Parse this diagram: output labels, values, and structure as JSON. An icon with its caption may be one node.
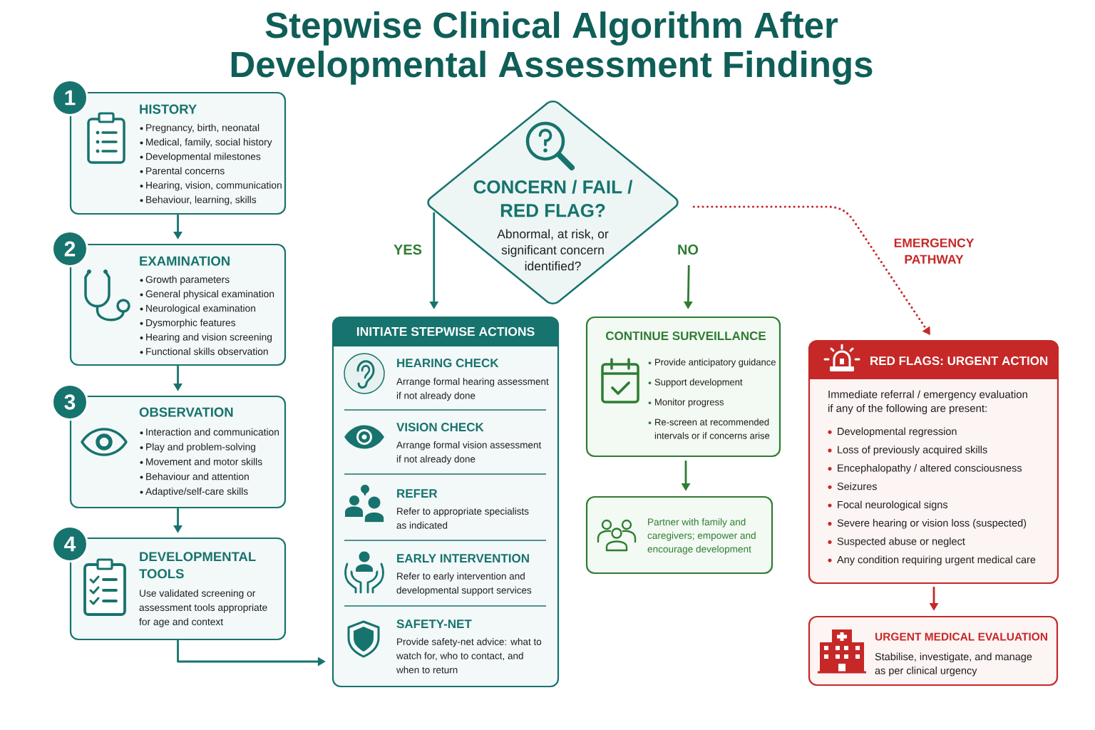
{
  "diagram": {
    "title": "Stepwise Clinical Algorithm After Developmental Assessment Findings",
    "nodes": [
      {
        "text": [
          "1"
        ]
      },
      {
        "text": [
          "HISTORY",
          "Pregnancy, birth, neonatal",
          "Medical, family, social history",
          "Developmental milestones",
          "Parental concerns",
          "Hearing, vision, communication",
          "Behaviour, learning, skills"
        ]
      },
      {
        "text": [
          "2"
        ]
      },
      {
        "text": [
          "EXAMINATION",
          "Growth parameters",
          "General physical examination",
          "Neurological examination",
          "Dysmorphic features",
          "Hearing and vision screening",
          "Functional skills observation"
        ]
      },
      {
        "text": [
          "3"
        ]
      },
      {
        "text": [
          "OBSERVATION",
          "Interaction and communication",
          "Play and problem-solving",
          "Movement and motor skills",
          "Behaviour and attention",
          "Adaptive/self-care skills"
        ]
      },
      {
        "text": [
          "4"
        ]
      },
      {
        "text": [
          "DEVELOPMENTAL TOOLS",
          "Use validated screening or assessment tools appropriate for age and context"
        ]
      },
      {
        "text": [
          "CONCERN / FAIL / RED FLAG?",
          "Abnormal, at risk, or significant concern identified?"
        ]
      },
      {
        "text": [
          "INITIATE STEPWISE ACTIONS",
          "HEARING CHECK",
          "Arrange formal hearing assessment if not already done",
          "VISION CHECK",
          "Arrange formal vision assessment if not already done",
          "REFER",
          "Refer to appropriate specialists as indicated",
          "EARLY INTERVENTION",
          "Refer to early intervention and developmental support services",
          "SAFETY-NET",
          "Provide safety-net advice: what to watch for, who to contact, and when to return"
        ]
      },
      {
        "text": [
          "CONTINUE SURVEILLANCE",
          "Provide anticipatory guidance",
          "Support development",
          "Monitor progress",
          "Re-screen at recommended intervals or if concerns arise"
        ]
      },
      {
        "text": [
          "Partner with family and caregivers; empower and encourage development"
        ]
      },
      {
        "text": [
          "RED FLAGS: URGENT ACTION",
          "Immediate referral / emergency evaluation if any of the following are present:",
          "Developmental regression",
          "Loss of previously acquired skills",
          "Encephalopathy / altered consciousness",
          "Seizures",
          "Focal neurological signs",
          "Severe hearing or vision loss (suspected)",
          "Suspected abuse or neglect",
          "Any condition requiring urgent medical care"
        ]
      },
      {
        "text": [
          "URGENT MEDICAL EVALUATION",
          "Stabilise, investigate, and manage as per clinical urgency"
        ]
      }
    ],
    "edges": [
      {
        "from": 1,
        "to": 3,
        "arrow": "to"
      },
      {
        "from": 3,
        "to": 5,
        "arrow": "to"
      },
      {
        "from": 5,
        "to": 7,
        "arrow": "to"
      },
      {
        "from": 7,
        "to": 9,
        "arrow": "to"
      },
      {
        "from": 8,
        "to": 9,
        "arrow": "to",
        "label": "YES"
      },
      {
        "from": 8,
        "to": 10,
        "arrow": "to",
        "label": "NO",
        "color": "#2e7d32"
      },
      {
        "from": 8,
        "to": 12,
        "arrow": "to",
        "label": "EMERGENCY PATHWAY",
        "style": "dashed",
        "color": "#c62828"
      },
      {
        "from": 10,
        "to": 11,
        "arrow": "to",
        "color": "#2e7d32"
      },
      {
        "from": 12,
        "to": 13,
        "arrow": "to",
        "color": "#c62828"
      }
    ]
  }
}
